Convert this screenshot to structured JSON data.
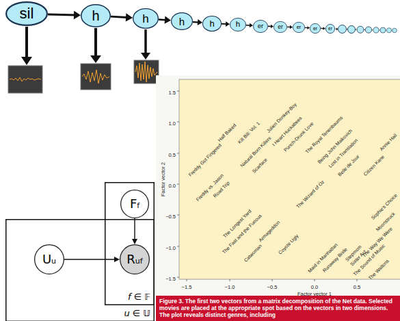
{
  "diagram": {
    "caption": "Figure 3. The first two vectors from a matrix decomposition of the Net data. Selected movies are placed at the appropriate spot based on the vectors in two dimensions. The plot reveals distinct genres, including",
    "nodes": [
      {
        "text": [
          "sil"
        ]
      },
      {
        "text": [
          "h"
        ]
      },
      {
        "text": [
          "h"
        ]
      },
      {
        "text": [
          "h"
        ]
      },
      {
        "text": [
          "h"
        ]
      },
      {
        "text": [
          "h"
        ]
      },
      {
        "text": [
          "er"
        ]
      },
      {
        "text": [
          "er"
        ]
      },
      {
        "text": [
          "er"
        ]
      },
      {
        "text": [
          "er"
        ]
      },
      {
        "text": [
          "er"
        ]
      },
      {
        "text": [
          "u ∈ 𝕌"
        ]
      },
      {
        "text": [
          "f ∈ 𝔽"
        ]
      },
      {
        "text": [
          "Ff"
        ],
        "in": 12
      },
      {
        "text": [
          "Uu"
        ],
        "in": 11
      },
      {
        "text": [
          "Ruf"
        ],
        "in": 12
      }
    ],
    "edges": [
      {
        "from": 0,
        "to": 1,
        "arrow": "to"
      },
      {
        "from": 1,
        "to": 2,
        "arrow": "to"
      },
      {
        "from": 2,
        "to": 3,
        "arrow": "to"
      },
      {
        "from": 3,
        "to": 4,
        "arrow": "to"
      },
      {
        "from": 4,
        "to": 5,
        "arrow": "to"
      },
      {
        "from": 5,
        "to": 6,
        "arrow": "to"
      },
      {
        "from": 6,
        "to": 7,
        "arrow": "to"
      },
      {
        "from": 7,
        "to": 8,
        "arrow": "to"
      },
      {
        "from": 8,
        "to": 9,
        "arrow": "to"
      },
      {
        "from": 9,
        "to": 10,
        "arrow": "to"
      },
      {
        "from": 13,
        "to": 15,
        "arrow": "to"
      },
      {
        "from": 14,
        "to": 15,
        "arrow": "to"
      }
    ],
    "labels": [
      "1.5",
      "1.0",
      "0.5",
      "0.0",
      "−0.5",
      "−1.0",
      "−1.5",
      "−1.5",
      "−1.0",
      "−0.5",
      "0.0",
      "0.5",
      "Factor vector 1",
      "Factor vector 2",
      "Freddy Got Fingered",
      "Half Baked",
      "Freddy vs. Jason",
      "Road Trip",
      "Kill Bill: Vol. 1",
      "Natural Born Killers",
      "Scarface",
      "Julien Donkey-Boy",
      "I Heart Huckabees",
      "Punch-Drunk Love",
      "The Royal Tenenbaums",
      "Being John Malkovich",
      "Lost in Translation",
      "Belle de Jour",
      "Citizen Kane",
      "Annie Hall",
      "The Wizard of Oz",
      "The Longest Yard",
      "The Fast and the Furious",
      "Armageddon",
      "Catwoman",
      "Coyote Ugly",
      "Maid in Manhattan",
      "Runaway Bride",
      "Stepmom",
      "Sister Act",
      "Sophie's Choice",
      "Moonstruck",
      "The Way We Were",
      "The Sound of Music",
      "The Waltons"
    ]
  }
}
